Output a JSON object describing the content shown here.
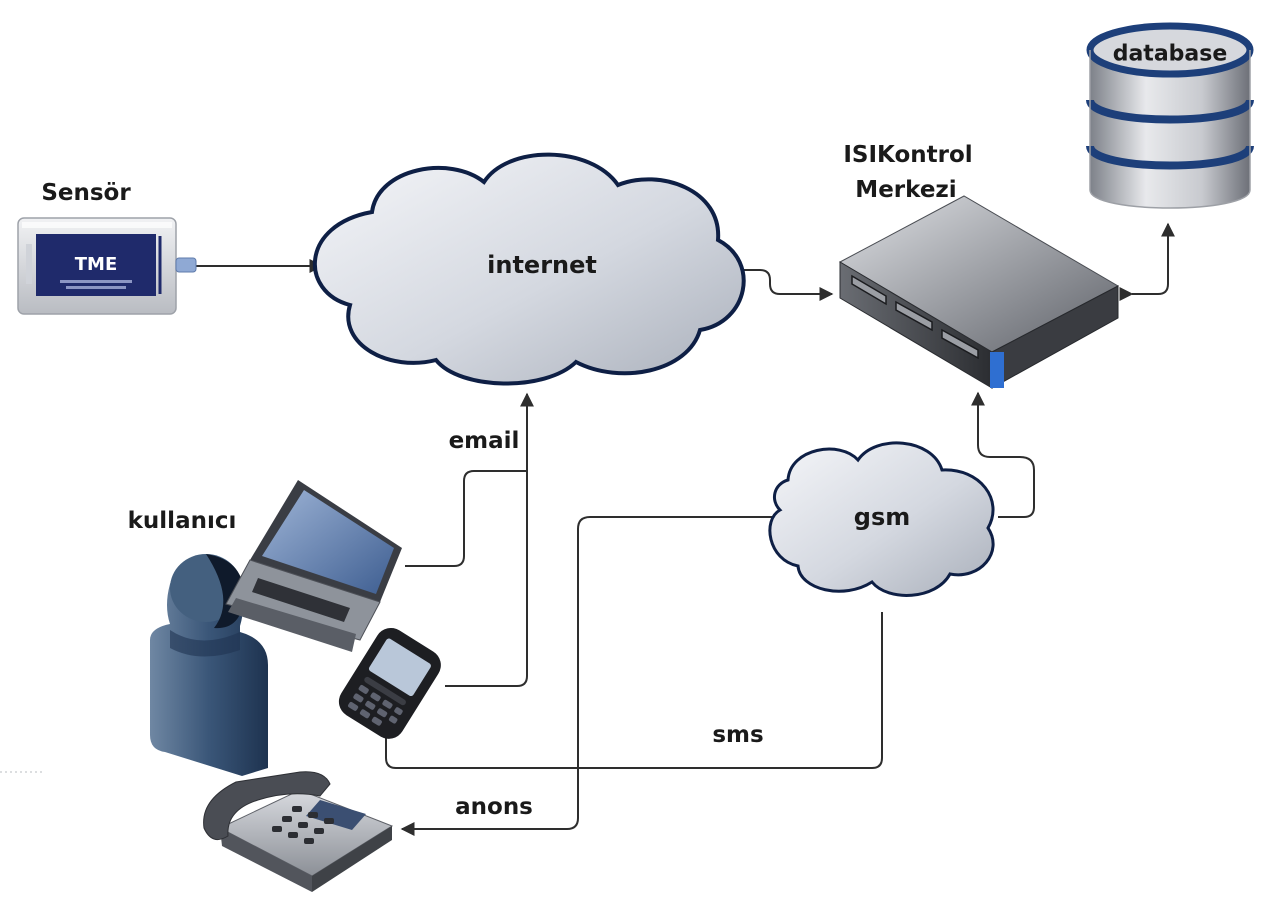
{
  "labels": {
    "sensor": "Sensör",
    "internet": "internet",
    "center_line1": "ISIKontrol",
    "center_line2": "Merkezi",
    "database": "database",
    "user": "kullanıcı",
    "email": "email",
    "gsm": "gsm",
    "sms": "sms",
    "anons": "anons",
    "device_brand": "TME"
  },
  "colors": {
    "line": "#2e2e2e",
    "cloud_stroke": "#0e1f45",
    "db_blue": "#1d3f7a",
    "person": "#2f4a6b"
  }
}
